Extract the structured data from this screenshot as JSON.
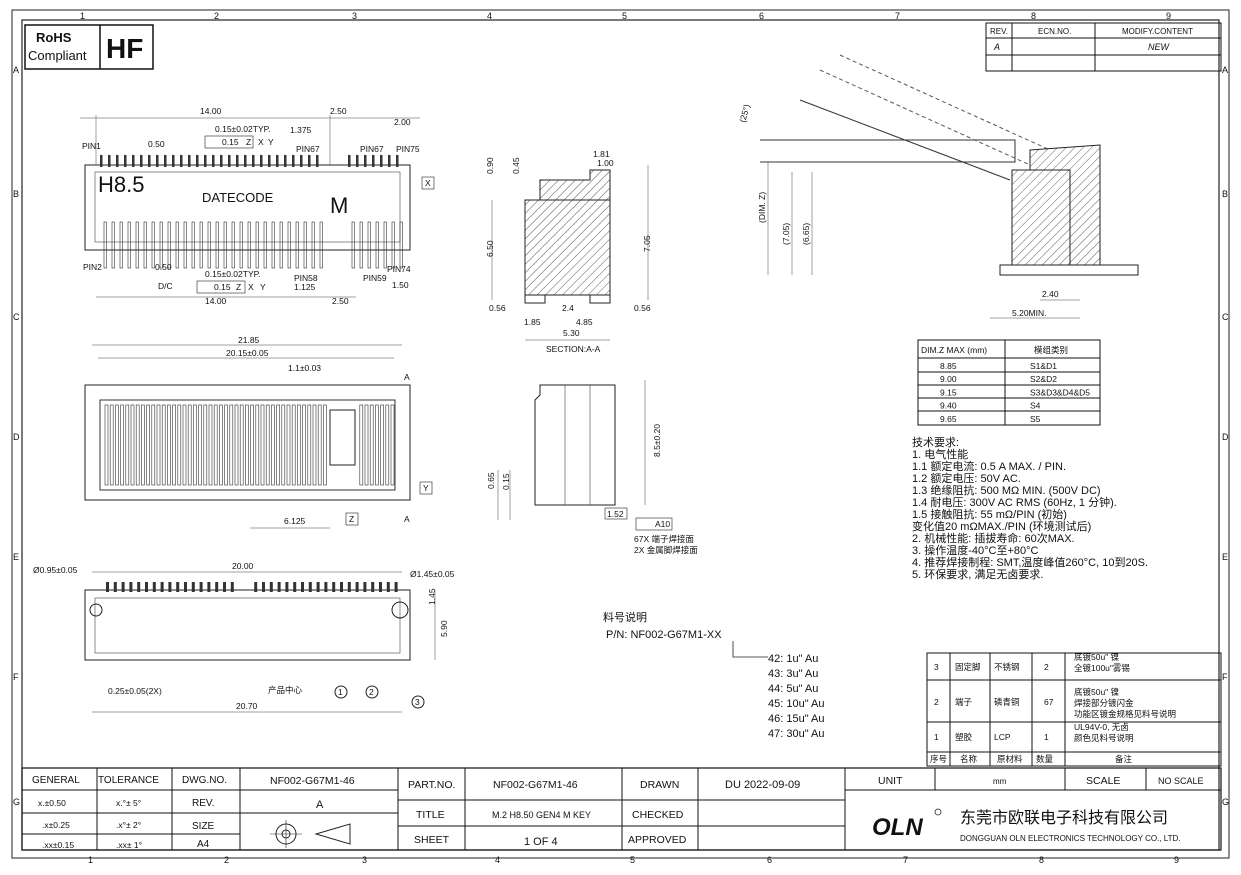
{
  "grid": {
    "top_numbers": [
      "1",
      "2",
      "3",
      "4",
      "5",
      "6",
      "7",
      "8",
      "9"
    ],
    "side_letters": [
      "A",
      "B",
      "C",
      "D",
      "E",
      "F",
      "G"
    ]
  },
  "badges": {
    "rohs_line1": "RoHS",
    "rohs_line2": "Compliant",
    "hf": "HF"
  },
  "revision_table": {
    "headers": [
      "REV.",
      "ECN.NO.",
      "MODIFY.CONTENT"
    ],
    "row": [
      "A",
      "",
      "NEW"
    ]
  },
  "top_view": {
    "dims": [
      "14.00",
      "2.50",
      "2.00",
      "0.15±0.02TYP.",
      "1.375",
      "0.15",
      "Z",
      "X",
      "Y",
      "0.50",
      "PIN1",
      "PIN67",
      "PIN67",
      "PIN75",
      "X",
      "H8.5",
      "DATECODE",
      "M",
      "PIN2",
      "0.50",
      "0.15±0.02TYP.",
      "PIN58",
      "PIN59",
      "PIN74",
      "0.15",
      "Z",
      "X",
      "Y",
      "1.125",
      "1.50",
      "D/C",
      "14.00",
      "2.50"
    ]
  },
  "section": {
    "dims": [
      "0.90",
      "0.45",
      "1.81",
      "1.00",
      "6.50",
      "7.05",
      "0.56",
      "2.4",
      "0.56",
      "1.85",
      "4.85",
      "5.30"
    ],
    "caption": "SECTION:A-A"
  },
  "angle_view": {
    "angle": "(25°)",
    "dims": [
      "(DIM. Z)",
      "(7.05)",
      "(6.65)",
      "2.40",
      "5.20MIN."
    ]
  },
  "dimz_table": {
    "headers": [
      "DIM.Z MAX (mm)",
      "模组类别"
    ],
    "rows": [
      [
        "8.85",
        "S1&D1"
      ],
      [
        "9.00",
        "S2&D2"
      ],
      [
        "9.15",
        "S3&D3&D4&D5"
      ],
      [
        "9.40",
        "S4"
      ],
      [
        "9.65",
        "S5"
      ]
    ]
  },
  "front_view": {
    "dims": [
      "21.85",
      "20.15±0.05",
      "1.1±0.03",
      "A",
      "A",
      "6.125",
      "Y",
      "Z"
    ]
  },
  "side_view": {
    "dims": [
      "8.5±0.20",
      "0.65",
      "0.15",
      "1.52",
      "A10"
    ],
    "notes": [
      "67X 端子焊接面",
      "2X 金属脚焊接面"
    ]
  },
  "bottom_view": {
    "dims": [
      "Ø0.95±0.05",
      "20.00",
      "Ø1.45±0.05",
      "1.45",
      "5.90",
      "0.25±0.05(2X)",
      "产品中心",
      "20.70"
    ],
    "balloons": [
      "1",
      "2",
      "3"
    ]
  },
  "tech_requirements": [
    "技术要求:",
    "1. 电气性能",
    "1.1 额定电流:  0.5 A MAX. / PIN.",
    "1.2 额定电压:  50V AC.",
    "1.3 绝缘阻抗:  500 MΩ MIN. (500V DC)",
    "1.4 耐电压:  300V AC RMS (60Hz, 1 分钟).",
    "1.5 接触阻抗:   55 mΩ/PIN (初始)",
    "              变化值20 mΩMAX./PIN (环境测试后)",
    "2. 机械性能: 插拔寿命:  60次MAX.",
    "3. 操作温度-40°C至+80°C",
    "4. 推荐焊接制程: SMT,温度峰值260°C, 10到20S.",
    "5. 环保要求, 满足无卤要求."
  ],
  "part_number": {
    "title": "料号说明",
    "pn": "P/N:  NF002-G67M1-XX",
    "options": [
      "42: 1u\" Au",
      "43: 3u\" Au",
      "44: 5u\" Au",
      "45: 10u\" Au",
      "46: 15u\" Au",
      "47: 30u\" Au"
    ]
  },
  "bom": {
    "rows": [
      [
        "3",
        "固定脚",
        "不锈钢",
        "2",
        "底镀50u\" 镍",
        "全镀100u\"雾锡",
        ""
      ],
      [
        "2",
        "端子",
        "磷青铜",
        "67",
        "底镀50u\" 镍",
        "焊接部分镀闪金",
        "功能区镀金规格见料号说明"
      ],
      [
        "1",
        "塑胶",
        "LCP",
        "1",
        "UL94V-0, 无卤",
        "颜色见料号说明",
        ""
      ]
    ],
    "headers": [
      "序号",
      "名称",
      "原材料",
      "数量",
      "备注"
    ]
  },
  "title_block": {
    "general": "GENERAL",
    "tolerance": "TOLERANCE",
    "dwg_no_label": "DWG.NO.",
    "dwg_no": "NF002-G67M1-46",
    "tol_rows": [
      [
        "x.±0.50",
        "x.°± 5°"
      ],
      [
        ".x±0.25",
        ".x°± 2°"
      ],
      [
        ".xx±0.15",
        ".xx± 1°"
      ]
    ],
    "rev_label": "REV.",
    "rev": "A",
    "size_label": "SIZE",
    "size": "A4",
    "part_no_label": "PART.NO.",
    "part_no": "NF002-G67M1-46",
    "title_label": "TITLE",
    "title": "M.2  H8.50  GEN4  M  KEY",
    "sheet_label": "SHEET",
    "sheet": "1 OF 4",
    "drawn_label": "DRAWN",
    "drawn": "DU  2022-09-09",
    "checked_label": "CHECKED",
    "approved_label": "APPROVED",
    "unit_label": "UNIT",
    "unit": "mm",
    "scale_label": "SCALE",
    "scale": "NO SCALE",
    "logo": "OLN",
    "company_cn": "东莞市欧联电子科技有限公司",
    "company_en": "DONGGUAN  OLN  ELECTRONICS  TECHNOLOGY  CO.,  LTD."
  }
}
